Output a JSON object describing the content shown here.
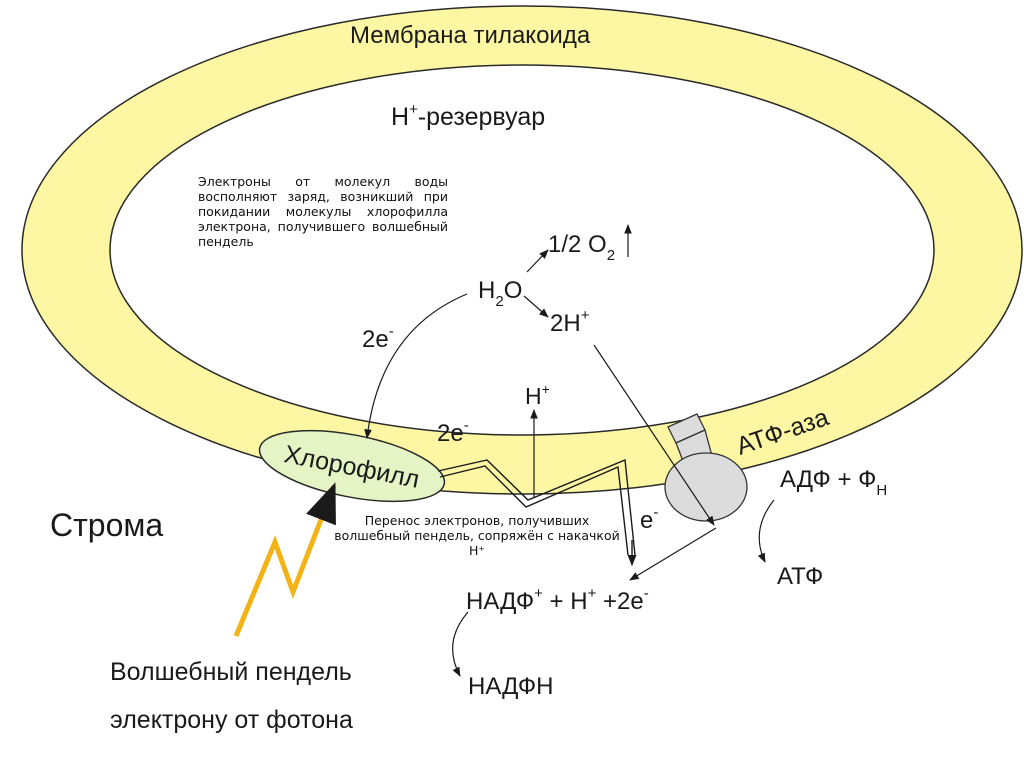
{
  "labels": {
    "membrane": "Мембрана тилакоида",
    "reservoir_main": "H",
    "reservoir_sup": "+",
    "reservoir_rest": "-резервуар",
    "stroma": "Строма",
    "chlorophyll": "Хлорофилл",
    "atpase": "АТФ-аза",
    "h2o_main": "H",
    "h2o_sub": "2",
    "h2o_rest": "O",
    "o2_main": "1/2 O",
    "o2_sub": "2",
    "h2plus_main": "2H",
    "h2plus_sup": "+",
    "e2_upper_main": "2e",
    "e2_upper_sup": "-",
    "e2_lower_main": "2e",
    "e2_lower_sup": "-",
    "hplus_main": "H",
    "hplus_sup": "+",
    "e_minus_main": "e",
    "e_minus_sup": "-",
    "adp_main": "АДФ + Ф",
    "adp_sub": "Н",
    "atp": "АТФ",
    "nadp_main": "НАДФ",
    "nadp_sup1": "+",
    "nadp_mid": " + H",
    "nadp_sup2": "+",
    "nadp_tail": " +2e",
    "nadp_sup3": "-",
    "nadph": "НАДФН",
    "caption_line1": "Волшебный пендель",
    "caption_line2": "электрону от фотона"
  },
  "notes": {
    "water_electrons": "Электроны от молекул воды восполняют заряд, возникший при покидании молекулы хлорофилла электрона, получившего волшебный пендель",
    "transfer": "Перенос электронов, получивших волшебный пендель, сопряжён с накачкой H⁺"
  },
  "colors": {
    "membrane_fill": "#fdf7a4",
    "chlorophyll_fill": "#e4f4c4",
    "atpase_fill": "#dcdcdc",
    "lightning": "#f3b316",
    "stroke": "#1a1a1a"
  }
}
